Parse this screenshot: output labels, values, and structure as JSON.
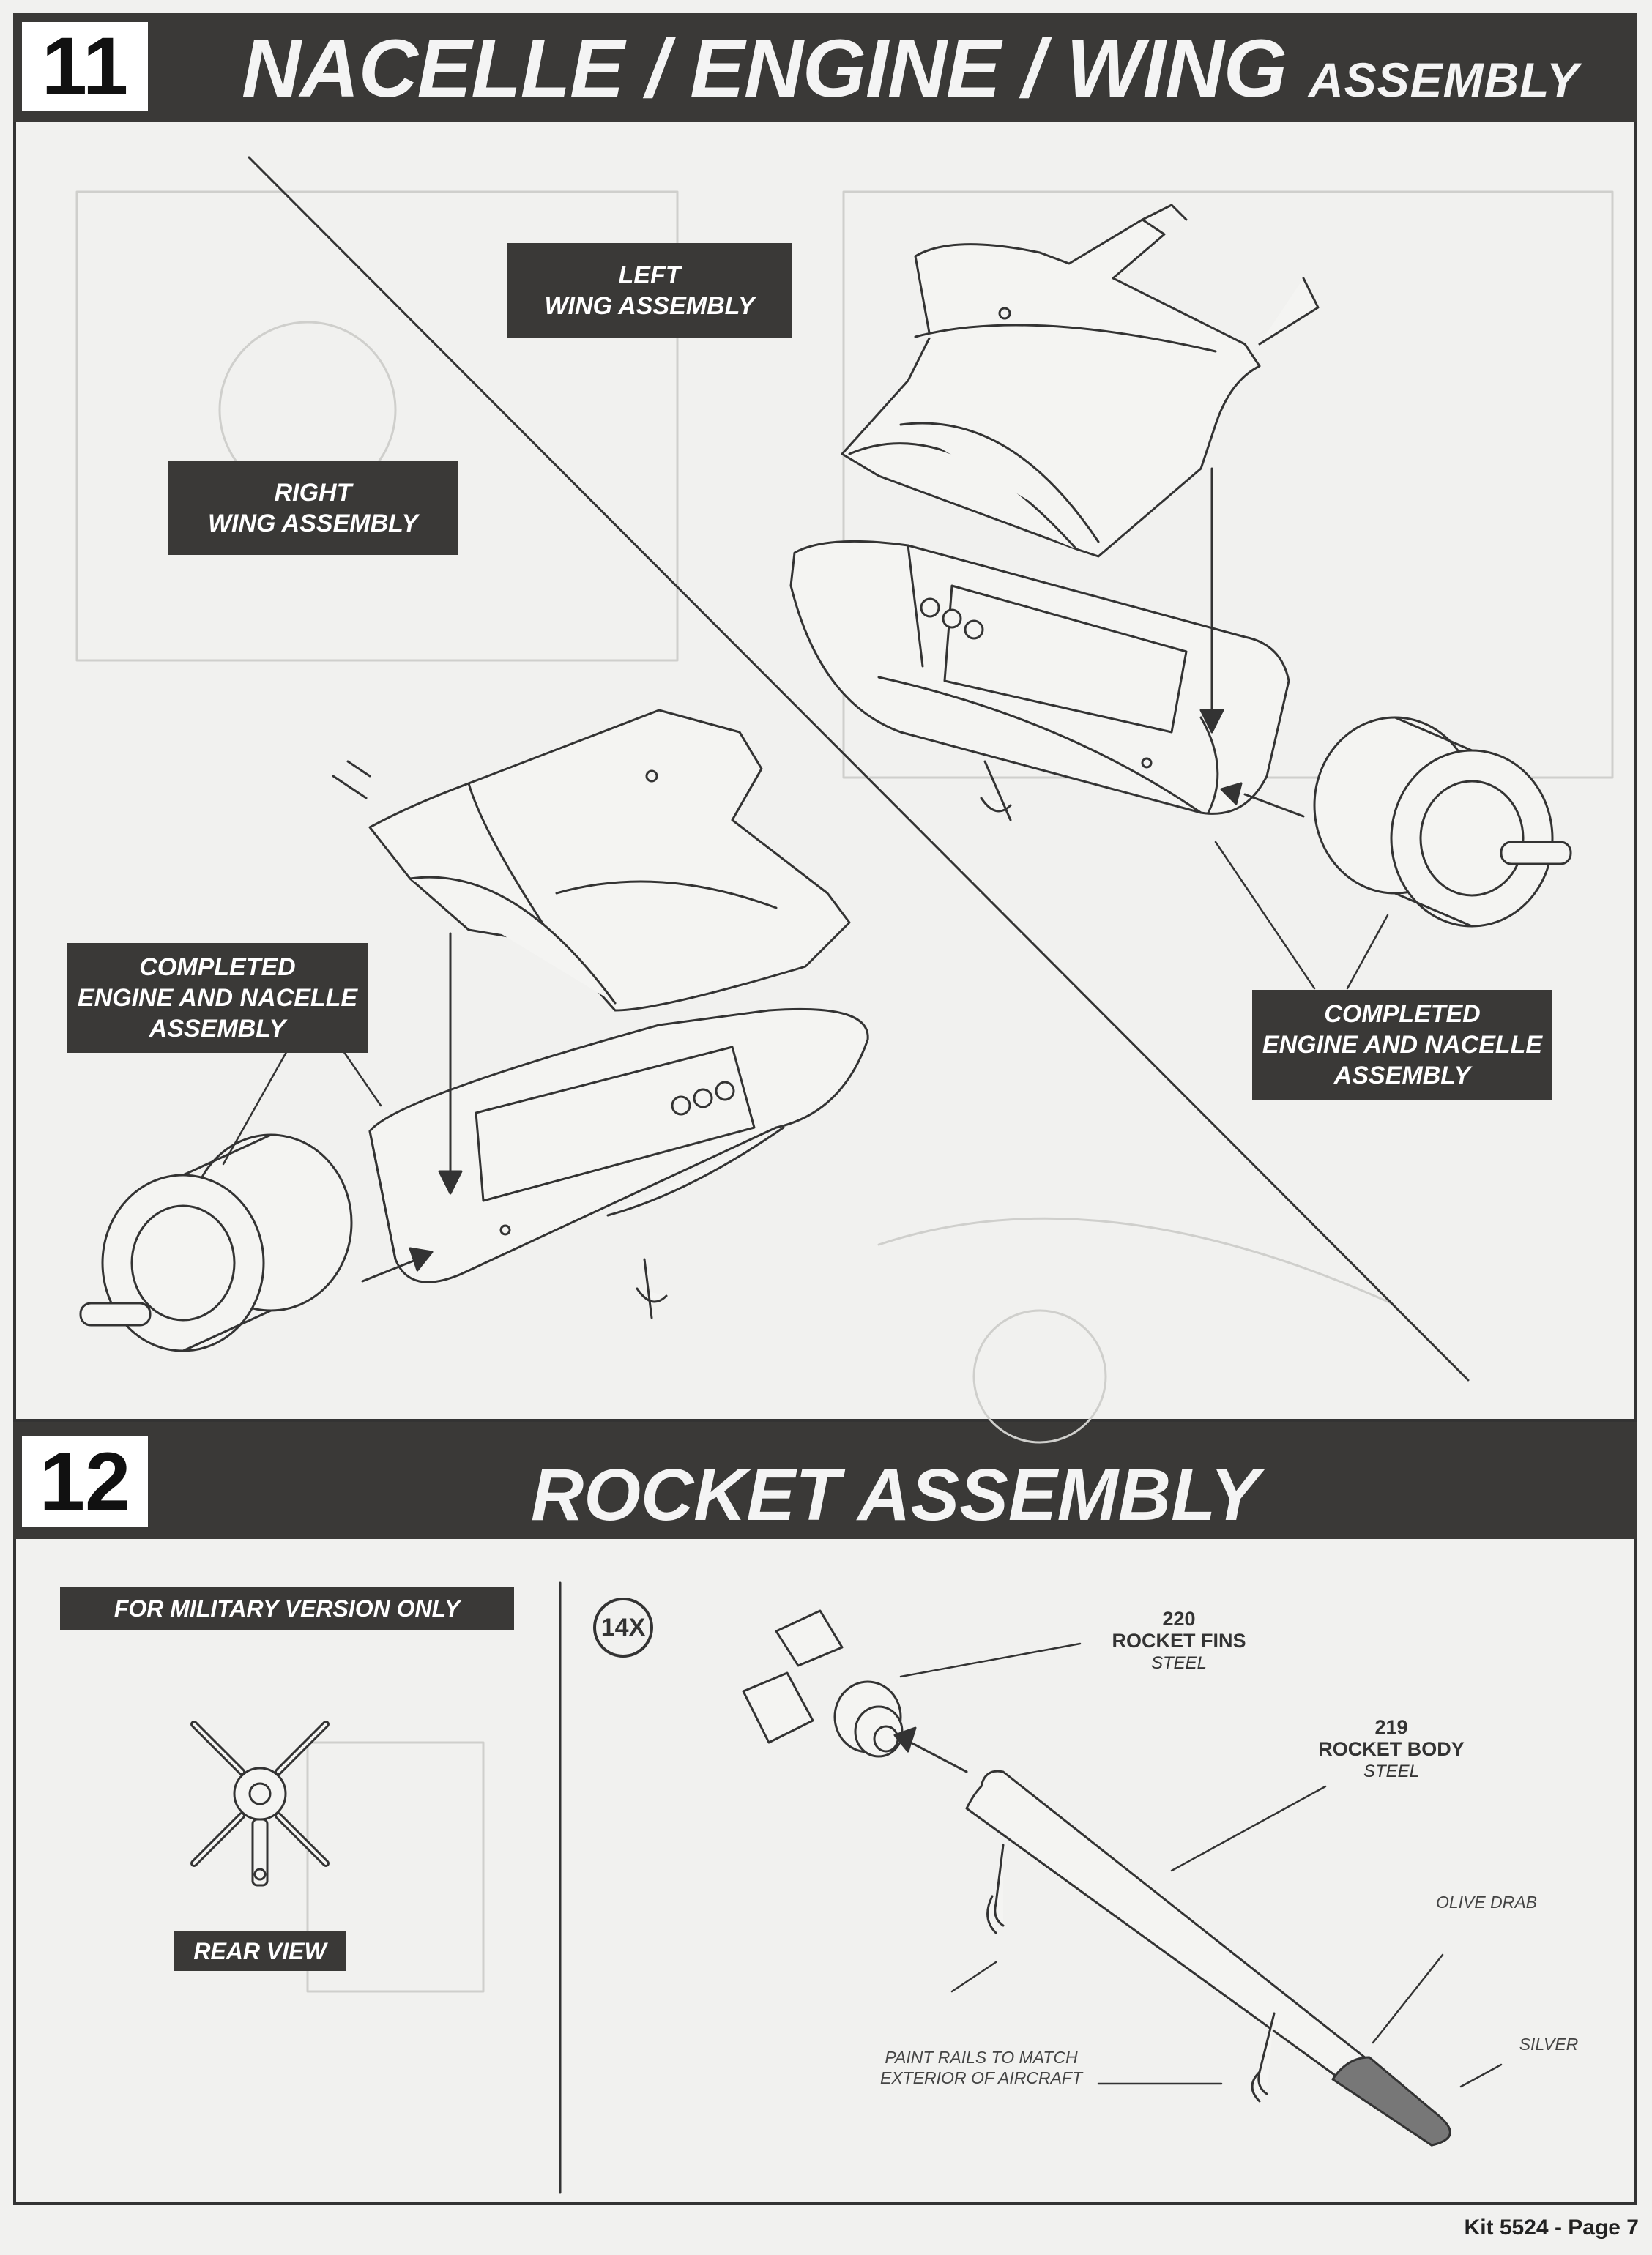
{
  "step11": {
    "number": "11",
    "title_main": "NACELLE / ENGINE / WING ",
    "title_small": "ASSEMBLY",
    "labels": {
      "left_wing": "LEFT\nWING ASSEMBLY",
      "right_wing": "RIGHT\nWING ASSEMBLY",
      "left_nacelle": "COMPLETED\nENGINE  AND NACELLE\nASSEMBLY",
      "right_nacelle": "COMPLETED\nENGINE  AND NACELLE\nASSEMBLY"
    }
  },
  "step12": {
    "number": "12",
    "title": "ROCKET ASSEMBLY",
    "military_label": "FOR MILITARY VERSION ONLY",
    "rear_view_label": "REAR VIEW",
    "quantity": "14X",
    "parts": {
      "fins_number": "220",
      "fins_name": "ROCKET FINS",
      "fins_color": "STEEL",
      "body_number": "219",
      "body_name": "ROCKET BODY",
      "body_color": "STEEL"
    },
    "paint": {
      "olive": "OLIVE DRAB",
      "silver": "SILVER",
      "rails": "PAINT RAILS TO MATCH\nEXTERIOR OF AIRCRAFT"
    }
  },
  "footer": "Kit 5524 - Page 7"
}
